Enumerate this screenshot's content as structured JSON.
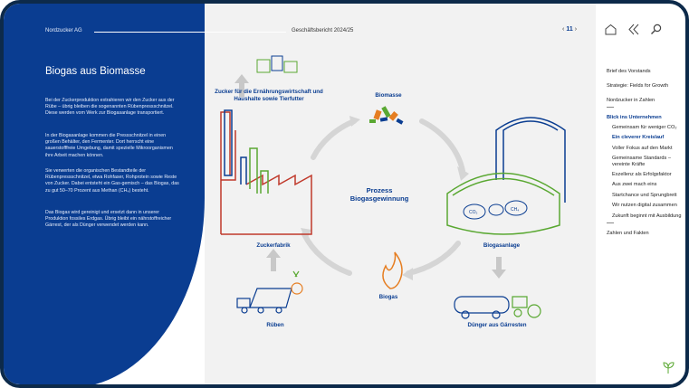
{
  "header": {
    "company": "Nordzucker AG",
    "report": "Geschäftsbericht 2024/25",
    "page": "11"
  },
  "article": {
    "title": "Biogas aus Biomasse",
    "paragraphs": [
      "Bei der Zuckerproduktion extrahieren wir den Zucker aus der Rübe – übrig bleiben die sogenannten Rübenpressschnitzel. Diese werden vom Werk zur Biogasanlage transportiert.",
      "In der Biogasanlage kommen die Pressschnitzel in einen großen Behälter, den Fermenter. Dort herrscht eine sauerstofffreie Umgebung, damit spezielle Mikroorganismen ihre Arbeit machen können.",
      "Sie verwerten die organischen Bestandteile der Rübenpressschnitzel, etwa Rohfaser, Rohprotein sowie Reste von Zucker. Dabei entsteht ein Gas-gemisch – das Biogas, das zu gut 50–70 Prozent aus Methan (CH₄) besteht.",
      "Das Biogas wird gereinigt und ersetzt dann in unserer Produktion fossiles Erdgas. Übrig bleibt ein nährstoffreicher Gärrest, der als Dünger verwendet werden kann."
    ]
  },
  "diagram": {
    "center": "Prozess Biogasgewinnung",
    "labels": {
      "sugar": "Zucker für die Ernährungswirtschaft und Haushalte sowie Tierfutter",
      "biomass": "Biomasse",
      "factory": "Zuckerfabrik",
      "plant": "Biogasanlage",
      "biogas": "Biogas",
      "beets": "Rüben",
      "fertilizer": "Dünger aus Gärresten",
      "co2": "CO₂",
      "ch4": "CH₄"
    },
    "colors": {
      "blue": "#0a3d91",
      "green": "#5aa832",
      "red": "#c0392b",
      "orange": "#e67e22"
    }
  },
  "toc": {
    "items": [
      "Brief des Vorstands",
      "Strategie: Fields for Growth",
      "Nordzucker in Zahlen"
    ],
    "active": "Blick ins Unternehmen",
    "subitems": [
      "Gemeinsam für weniger CO₂",
      "Ein cleverer Kreislauf",
      "Voller Fokus auf den Markt",
      "Gemeinsame Standards – vereinte Kräfte",
      "Exzellenz als Erfolgsfaktor",
      "Aus zwei mach eins",
      "Startchance und Sprungbrett",
      "Wir nutzen digital zusammen",
      "Zukunft beginnt mit Ausbildung"
    ],
    "current_index": 1,
    "last": "Zahlen und Fakten"
  },
  "icons": [
    "home-icon",
    "back-icon",
    "search-icon",
    "leaf-logo-icon"
  ]
}
